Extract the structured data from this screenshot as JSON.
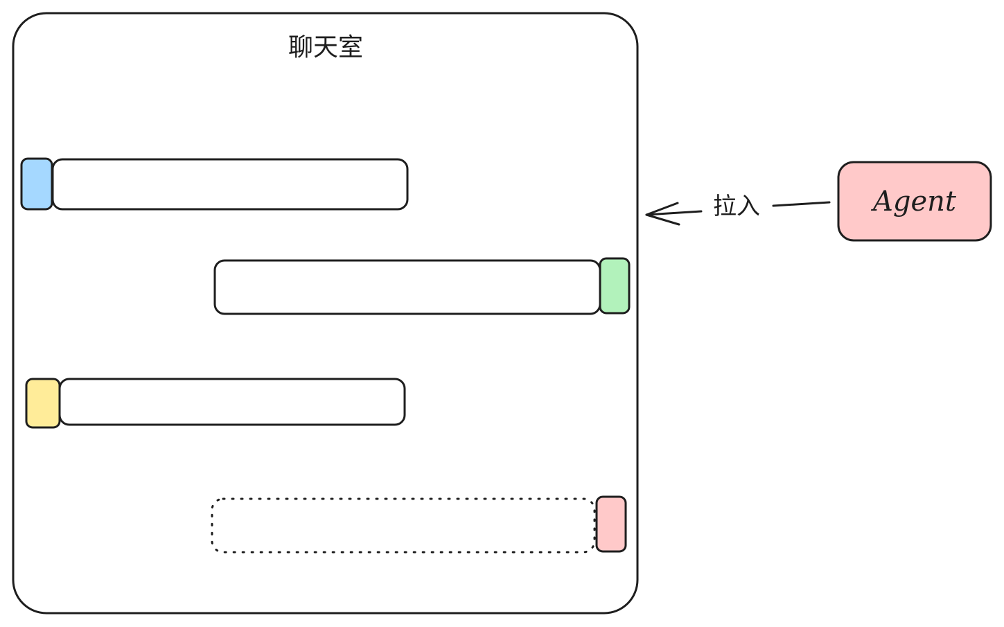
{
  "chat_room": {
    "title": "聊天室"
  },
  "agent": {
    "label": "Agent",
    "fill_color": "#ffc9c9"
  },
  "arrow": {
    "label": "拉入"
  },
  "messages": [
    {
      "side": "left",
      "avatar_color": "#a5d8ff",
      "style": "solid"
    },
    {
      "side": "right",
      "avatar_color": "#b2f2bb",
      "style": "solid"
    },
    {
      "side": "left",
      "avatar_color": "#ffec99",
      "style": "solid"
    },
    {
      "side": "right",
      "avatar_color": "#ffc9c9",
      "style": "dotted"
    }
  ],
  "colors": {
    "stroke": "#1e1e1e",
    "background": "#ffffff"
  }
}
